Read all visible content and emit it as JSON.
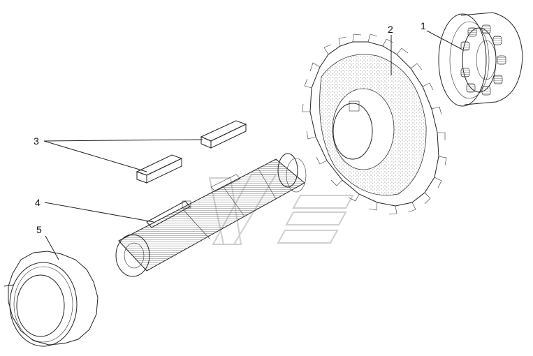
{
  "labels": {
    "l1": "1",
    "l2": "2",
    "l3": "3",
    "l4": "4",
    "l5": "5"
  },
  "colors": {
    "line": "#222222",
    "stipple": "#555555",
    "background": "#ffffff"
  }
}
